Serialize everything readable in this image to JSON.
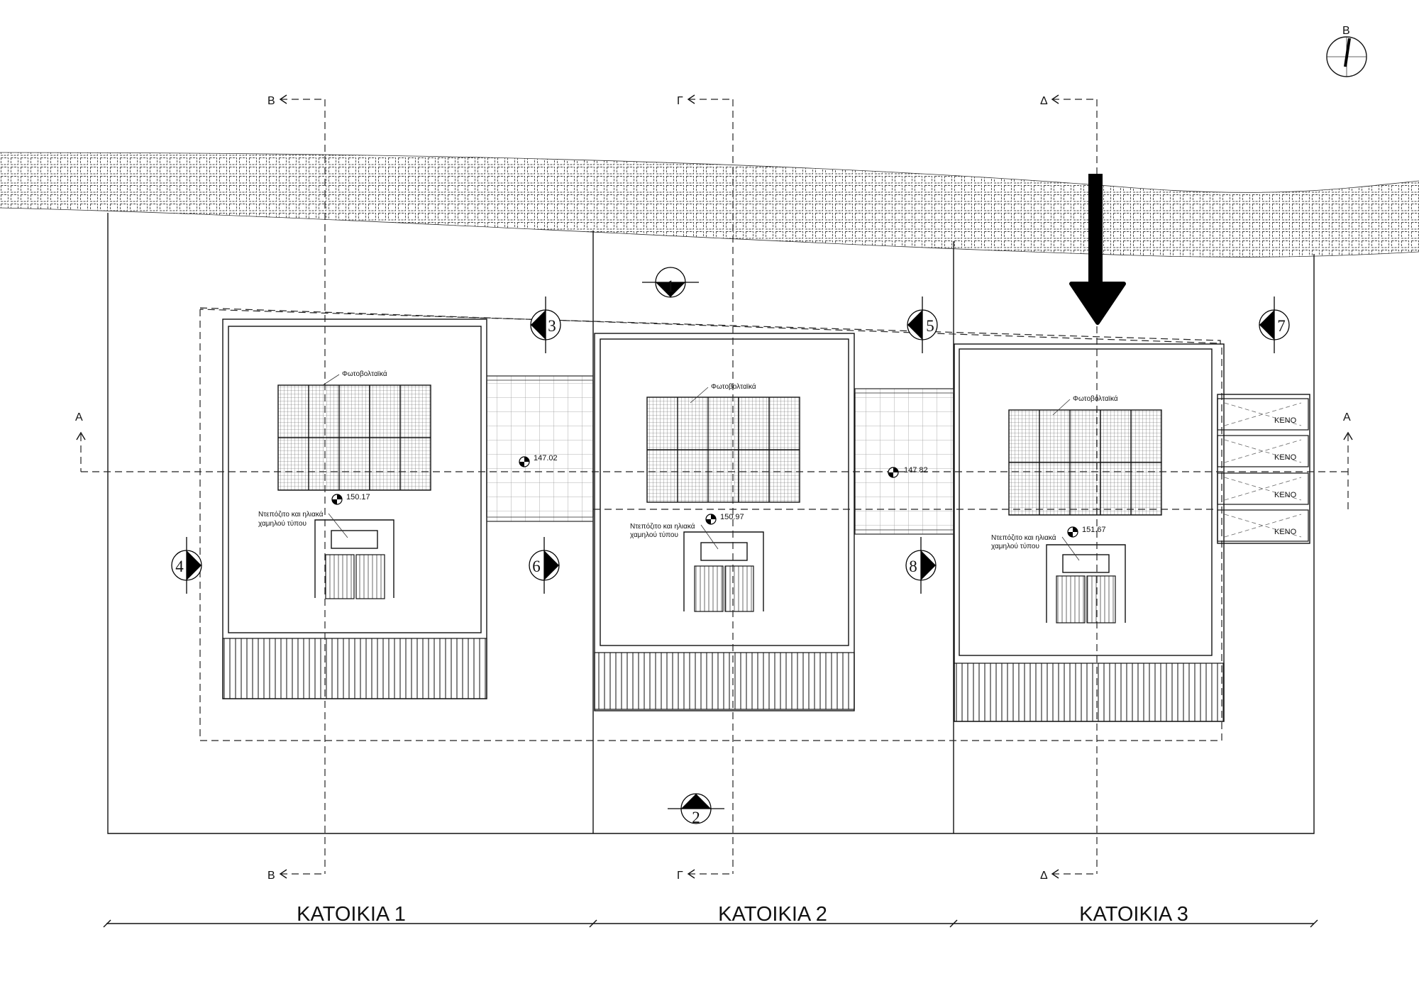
{
  "north": {
    "label": "B"
  },
  "houses": [
    {
      "title": "ΚΑΤΟΙΚΙΑ 1",
      "pv_label": "Φωτοβολταϊκά",
      "tank_label_1": "Ντεπόζιτο και ηλιακά",
      "tank_label_2": "χαμηλού τύπου",
      "roof_level": "150.17"
    },
    {
      "title": "ΚΑΤΟΙΚΙΑ 2",
      "pv_label": "Φωτοβολταϊκά",
      "tank_label_1": "Ντεπόζιτο και ηλιακά",
      "tank_label_2": "χαμηλού τύπου",
      "roof_level": "150.97"
    },
    {
      "title": "ΚΑΤΟΙΚΙΑ 3",
      "pv_label": "Φωτοβολταϊκά",
      "tank_label_1": "Ντεπόζιτο και ηλιακά",
      "tank_label_2": "χαμηλού τύπου",
      "roof_level": "151.67"
    }
  ],
  "courtyard_levels": [
    "147.02",
    "147.82"
  ],
  "sections": {
    "a": "A",
    "b": "B",
    "g": "Γ",
    "d": "Δ"
  },
  "elevation_markers": [
    "1",
    "2",
    "3",
    "4",
    "5",
    "6",
    "7",
    "8"
  ],
  "void_label": "ΚΕΝΟ"
}
